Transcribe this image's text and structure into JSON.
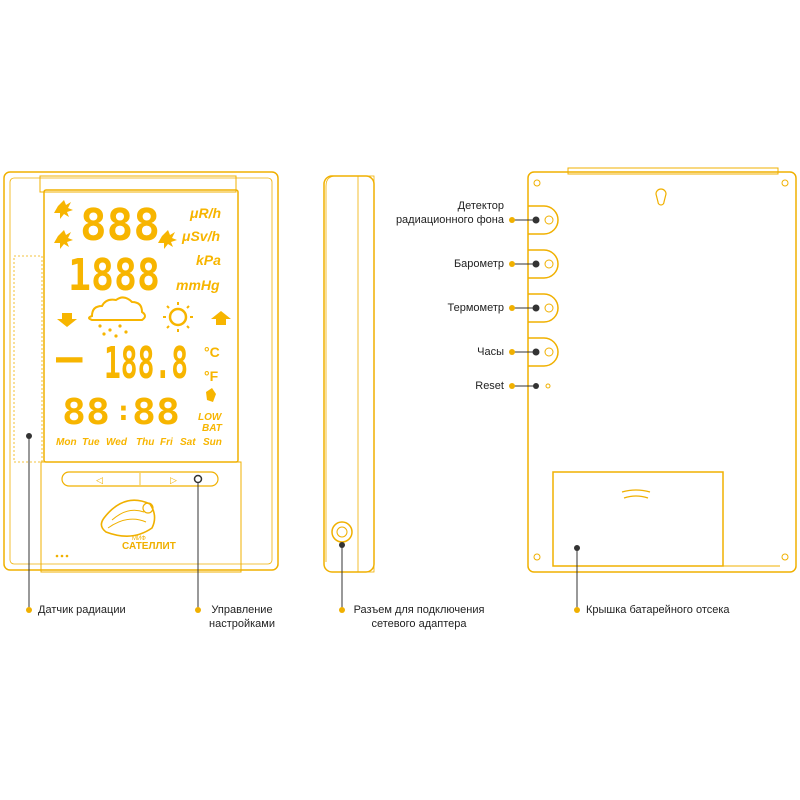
{
  "colors": {
    "outline": "#f0b000",
    "display": "#f7b500",
    "display_fill": "#fbaf17",
    "dot": "#333333",
    "text": "#222222"
  },
  "front_panel": {
    "display": {
      "radiation_value": "888",
      "radiation_units": [
        "μR/h",
        "μSv/h"
      ],
      "pressure_value": "1888",
      "pressure_units": [
        "kPa",
        "mmHg"
      ],
      "temperature_sign": "–",
      "temperature_value": "188.8",
      "temperature_units": [
        "°C",
        "°F"
      ],
      "clock_hours": "88",
      "clock_separator": ":",
      "clock_minutes": "88",
      "low_battery": [
        "LOW",
        "BAT"
      ],
      "weekdays": [
        "Mon",
        "Tue",
        "Wed",
        "Thu",
        "Fri",
        "Sat",
        "Sun"
      ],
      "icons": [
        "radiation-icon",
        "arrow-down-icon",
        "cloud-rain-icon",
        "sun-icon",
        "arrow-up-icon",
        "battery-icon"
      ]
    },
    "controls": {
      "left_button": "◁",
      "right_button": "▷"
    },
    "logo": {
      "line1": "МИФ",
      "line2": "САТЕЛЛИТ"
    },
    "labels": {
      "radiation_sensor": "Датчик радиации",
      "settings_control_line1": "Управление",
      "settings_control_line2": "настройками"
    }
  },
  "side_panel": {
    "labels": {
      "adapter_line1": "Разъем для подключения",
      "adapter_line2": "сетевого адаптера"
    }
  },
  "back_panel": {
    "sensors": [
      {
        "label_lines": [
          "Детектор",
          "радиационного фона"
        ]
      },
      {
        "label_lines": [
          "Барометр"
        ]
      },
      {
        "label_lines": [
          "Термометр"
        ]
      },
      {
        "label_lines": [
          "Часы"
        ]
      },
      {
        "label_lines": [
          "Reset"
        ]
      }
    ],
    "labels": {
      "battery_cover": "Крышка батарейного отсека"
    }
  }
}
